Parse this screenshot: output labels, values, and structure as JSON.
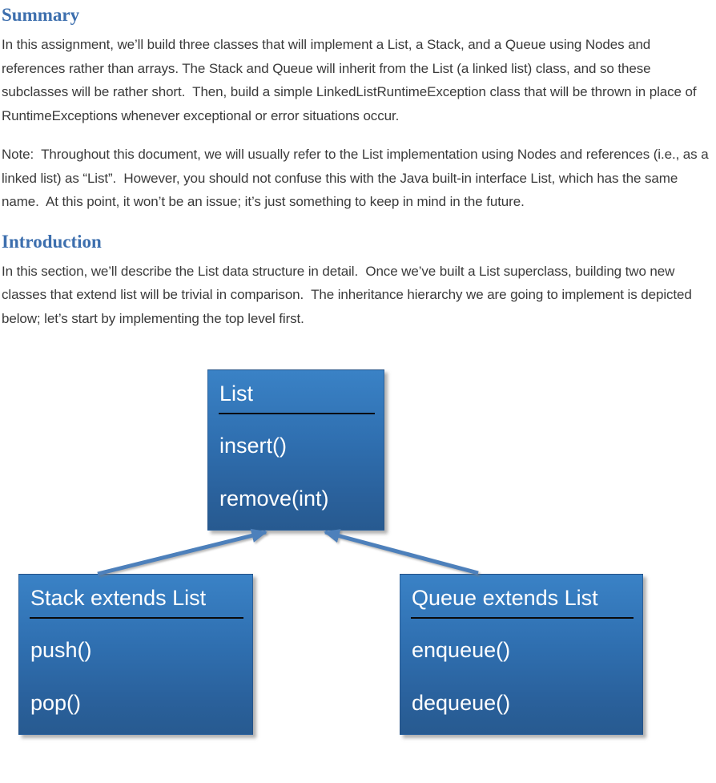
{
  "page": {
    "background": "#ffffff",
    "heading_color": "#3d6fae",
    "body_text_color": "#3a3a3a"
  },
  "sections": [
    {
      "heading": "Summary",
      "paragraphs": [
        "In this assignment, we’ll build three classes that will implement a List, a Stack, and a Queue using Nodes and references rather than arrays. The Stack and Queue will inherit from the List (a linked list) class, and so these subclasses will be rather short.  Then, build a simple LinkedListRuntimeException class that will be thrown in place of RuntimeExceptions whenever exceptional or error situations occur.",
        "Note:  Throughout this document, we will usually refer to the List implementation using Nodes and references (i.e., as a linked list) as “List”.  However, you should not confuse this with the Java built-in interface List, which has the same name.  At this point, it won’t be an issue; it’s just something to keep in mind in the future."
      ]
    },
    {
      "heading": "Introduction",
      "paragraphs": [
        "In this section, we’ll describe the List data structure in detail.  Once we’ve built a List superclass, building two new classes that extend list will be trivial in comparison.  The inheritance hierarchy we are going to implement is depicted below; let’s start by implementing the top level first."
      ]
    }
  ],
  "diagram": {
    "box_fill_top": "#3a82c6",
    "box_fill_bottom": "#275a90",
    "box_text_color": "#ffffff",
    "separator_color": "#0a0a0a",
    "arrow_color": "#4d80bb",
    "classes": [
      {
        "id": "list",
        "title": "List",
        "methods": [
          "insert()",
          "remove(int)"
        ]
      },
      {
        "id": "stack",
        "title": "Stack extends List",
        "methods": [
          "push()",
          "pop()"
        ]
      },
      {
        "id": "queue",
        "title": "Queue extends List",
        "methods": [
          "enqueue()",
          "dequeue()"
        ]
      }
    ],
    "relations": [
      {
        "from": "stack",
        "to": "list",
        "type": "inheritance"
      },
      {
        "from": "queue",
        "to": "list",
        "type": "inheritance"
      }
    ]
  }
}
